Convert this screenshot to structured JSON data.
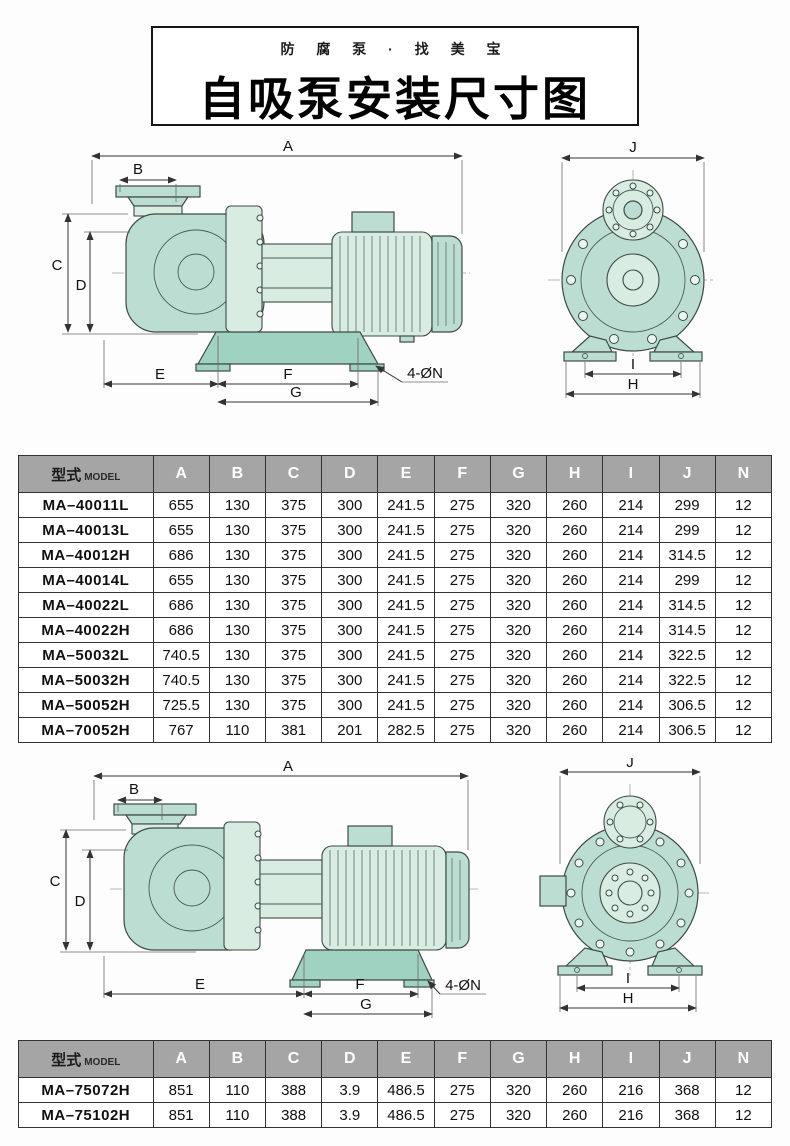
{
  "header": {
    "brand_line": "防 腐 泵 · 找 美 宝",
    "title": "自吸泵安装尺寸图"
  },
  "diagram": {
    "dim_labels": {
      "A": "A",
      "B": "B",
      "C": "C",
      "D": "D",
      "E": "E",
      "F": "F",
      "G": "G",
      "H": "H",
      "I": "I",
      "J": "J"
    },
    "bolt_note": "4-ØN"
  },
  "table_header": {
    "model_cn": "型式",
    "model_en": "MODEL"
  },
  "columns": [
    "A",
    "B",
    "C",
    "D",
    "E",
    "F",
    "G",
    "H",
    "I",
    "J",
    "N"
  ],
  "table1": {
    "rows": [
      [
        "MA–40011L",
        "655",
        "130",
        "375",
        "300",
        "241.5",
        "275",
        "320",
        "260",
        "214",
        "299",
        "12"
      ],
      [
        "MA–40013L",
        "655",
        "130",
        "375",
        "300",
        "241.5",
        "275",
        "320",
        "260",
        "214",
        "299",
        "12"
      ],
      [
        "MA–40012H",
        "686",
        "130",
        "375",
        "300",
        "241.5",
        "275",
        "320",
        "260",
        "214",
        "314.5",
        "12"
      ],
      [
        "MA–40014L",
        "655",
        "130",
        "375",
        "300",
        "241.5",
        "275",
        "320",
        "260",
        "214",
        "299",
        "12"
      ],
      [
        "MA–40022L",
        "686",
        "130",
        "375",
        "300",
        "241.5",
        "275",
        "320",
        "260",
        "214",
        "314.5",
        "12"
      ],
      [
        "MA–40022H",
        "686",
        "130",
        "375",
        "300",
        "241.5",
        "275",
        "320",
        "260",
        "214",
        "314.5",
        "12"
      ],
      [
        "MA–50032L",
        "740.5",
        "130",
        "375",
        "300",
        "241.5",
        "275",
        "320",
        "260",
        "214",
        "322.5",
        "12"
      ],
      [
        "MA–50032H",
        "740.5",
        "130",
        "375",
        "300",
        "241.5",
        "275",
        "320",
        "260",
        "214",
        "322.5",
        "12"
      ],
      [
        "MA–50052H",
        "725.5",
        "130",
        "375",
        "300",
        "241.5",
        "275",
        "320",
        "260",
        "214",
        "306.5",
        "12"
      ],
      [
        "MA–70052H",
        "767",
        "110",
        "381",
        "201",
        "282.5",
        "275",
        "320",
        "260",
        "214",
        "306.5",
        "12"
      ]
    ]
  },
  "table2": {
    "rows": [
      [
        "MA–75072H",
        "851",
        "110",
        "388",
        "3.9",
        "486.5",
        "275",
        "320",
        "260",
        "216",
        "368",
        "12"
      ],
      [
        "MA–75102H",
        "851",
        "110",
        "388",
        "3.9",
        "486.5",
        "275",
        "320",
        "260",
        "216",
        "368",
        "12"
      ]
    ]
  }
}
